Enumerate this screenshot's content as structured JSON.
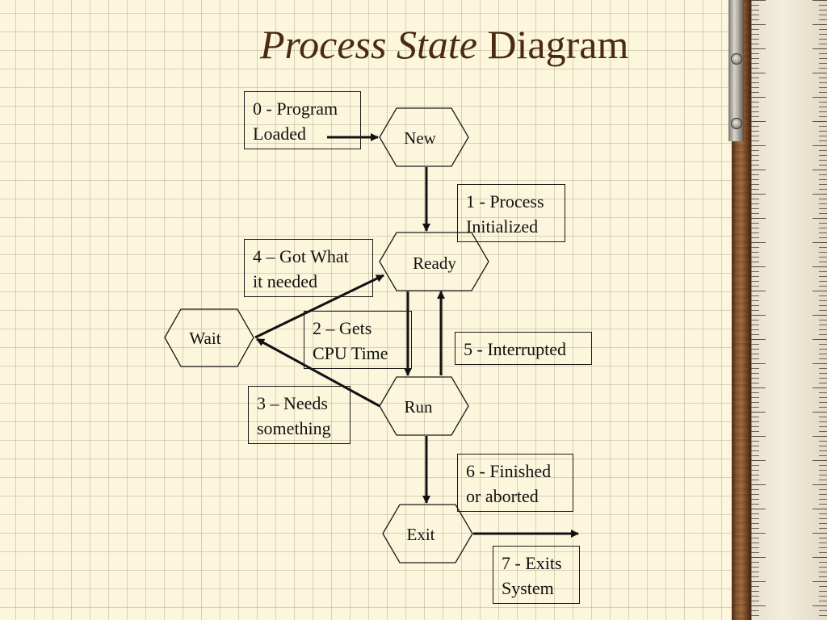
{
  "title": {
    "italic_part": "Process State",
    "regular_part": "Diagram"
  },
  "nodes": {
    "new": "New",
    "ready": "Ready",
    "run": "Run",
    "wait": "Wait",
    "exit": "Exit"
  },
  "transitions": {
    "t0": {
      "line1": "0 - Program",
      "line2": "Loaded"
    },
    "t1": {
      "line1": "1 - Process",
      "line2": "Initialized"
    },
    "t2": {
      "line1": "2 – Gets",
      "line2": "CPU Time"
    },
    "t3": {
      "line1": "3 – Needs",
      "line2": "something"
    },
    "t4": {
      "line1": "4 – Got What",
      "line2": "it needed"
    },
    "t5": {
      "line1": "5 - Interrupted"
    },
    "t6": {
      "line1": "6 - Finished",
      "line2": "or aborted"
    },
    "t7": {
      "line1": "7 - Exits",
      "line2": "System"
    }
  },
  "colors": {
    "background": "#fcf6dc",
    "title": "#4a2a10",
    "lines": "#1a1a1a"
  }
}
